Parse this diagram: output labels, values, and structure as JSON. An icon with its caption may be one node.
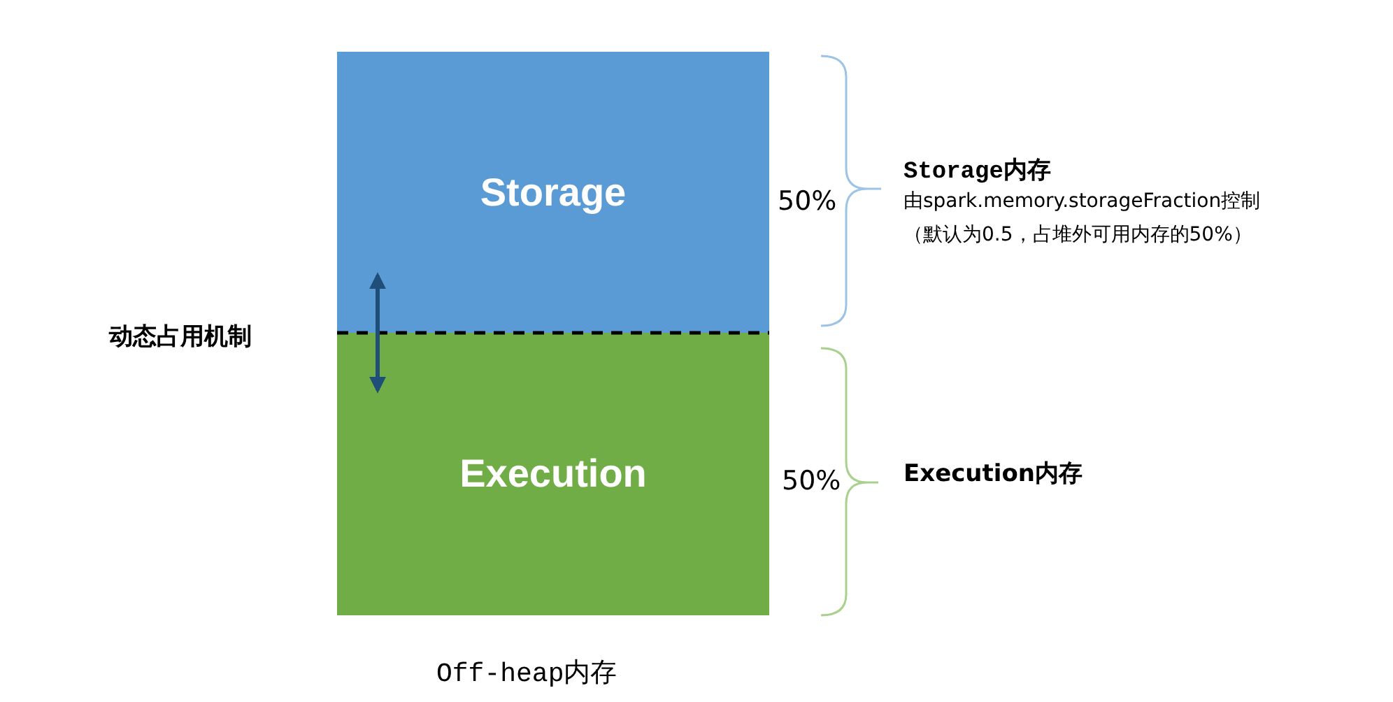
{
  "diagram": {
    "nodes": [
      {
        "text": [
          "Storage"
        ],
        "beside": [
          "50%"
        ]
      },
      {
        "text": [
          "Execution"
        ],
        "beside": [
          "50%"
        ]
      }
    ],
    "edges": [
      {
        "from": 0,
        "to": 1,
        "arrow": "both"
      }
    ],
    "labels": [
      "Storage内存",
      "由spark.memory.storageFraction控制",
      "（默认为0.5，占堆外可用内存的50%）",
      "动态占用机制",
      "Execution内存",
      "Off-heap内存"
    ]
  }
}
